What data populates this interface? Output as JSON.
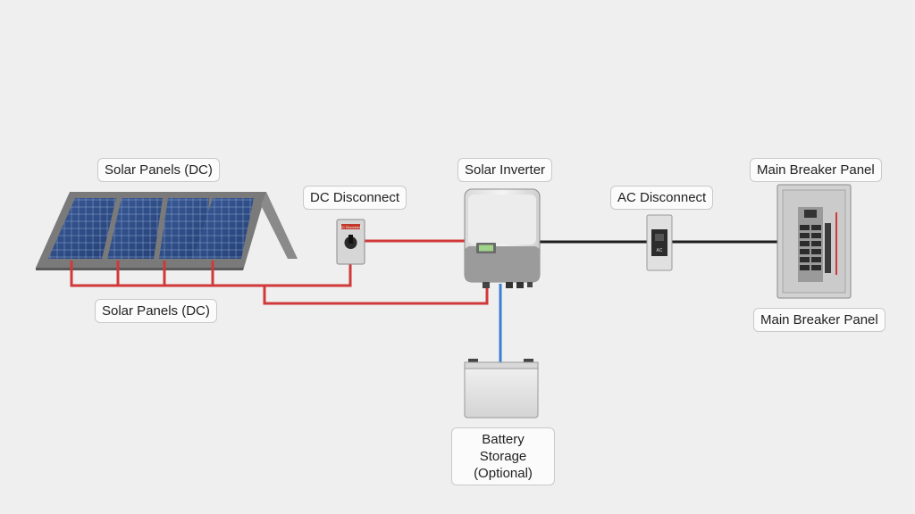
{
  "labels": {
    "solar_panels_top": "Solar Panels (DC)",
    "solar_panels_bottom": "Solar Panels (DC)",
    "dc_disconnect": "DC Disconnect",
    "solar_inverter": "Solar Inverter",
    "ac_disconnect": "AC Disconnect",
    "main_breaker_top": "Main Breaker Panel",
    "main_breaker_bottom": "Main Breaker Panel",
    "battery_line1": "Battery Storage",
    "battery_line2": "(Optional)"
  },
  "device_text": {
    "dc_disconnect_badge": "DC Disconnect",
    "ac_switch": "AC"
  },
  "colors": {
    "dc_wire": "#d0383a",
    "ac_wire": "#1e1e1e",
    "battery_wire": "#3a7fd0",
    "panel_cell": "#2f4d86",
    "background": "#efefef"
  },
  "icons": [
    "solar-panel-icon",
    "dc-disconnect-icon",
    "inverter-icon",
    "ac-disconnect-icon",
    "breaker-panel-icon",
    "battery-icon"
  ]
}
